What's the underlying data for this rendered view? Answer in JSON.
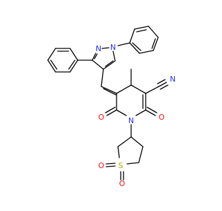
{
  "molecule": {
    "atom_labels": {
      "pyrazole_n1": "N",
      "pyrazole_n2": "N",
      "nitrile_n": "N",
      "carbonyl_o_left": "O",
      "carbonyl_o_right": "O",
      "ring_n": "N",
      "sulfur": "S",
      "sulfone_o_left": "O",
      "sulfone_o_bottom": "O"
    },
    "colors": {
      "bond": "#000000",
      "nitrogen": "#2a2aff",
      "oxygen": "#ff0d0d",
      "sulfur": "#b8a000"
    }
  }
}
